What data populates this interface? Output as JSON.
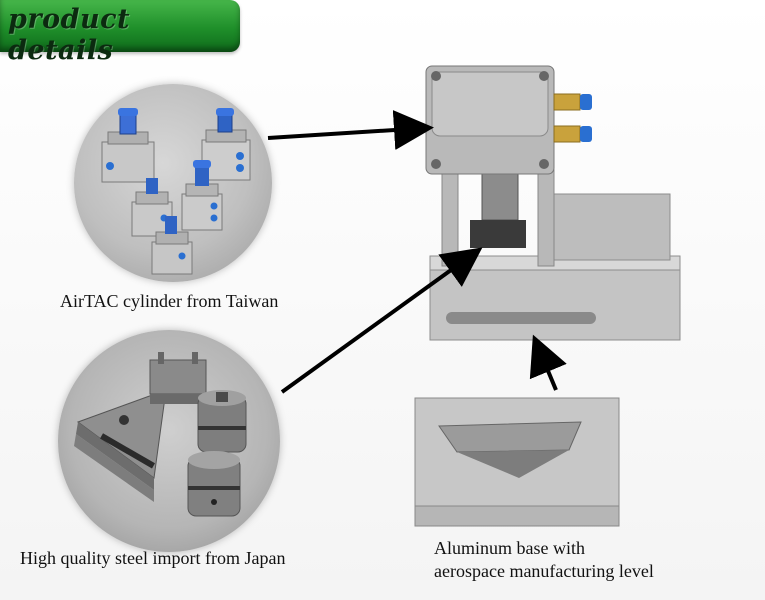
{
  "header": {
    "title": "product details"
  },
  "callouts": {
    "cylinder": {
      "caption": "AirTAC cylinder from Taiwan"
    },
    "steel": {
      "caption": "High quality steel import from Japan"
    },
    "base": {
      "caption_line_1": "Aluminum base with",
      "caption_line_2": "aerospace manufacturing level"
    }
  },
  "colors": {
    "badge_green": "#1f8f2a",
    "badge_text": "#0c2a10",
    "arrow": "#000000",
    "fitting_brass": "#c9a23c",
    "valve_blue": "#2a6fd1"
  }
}
